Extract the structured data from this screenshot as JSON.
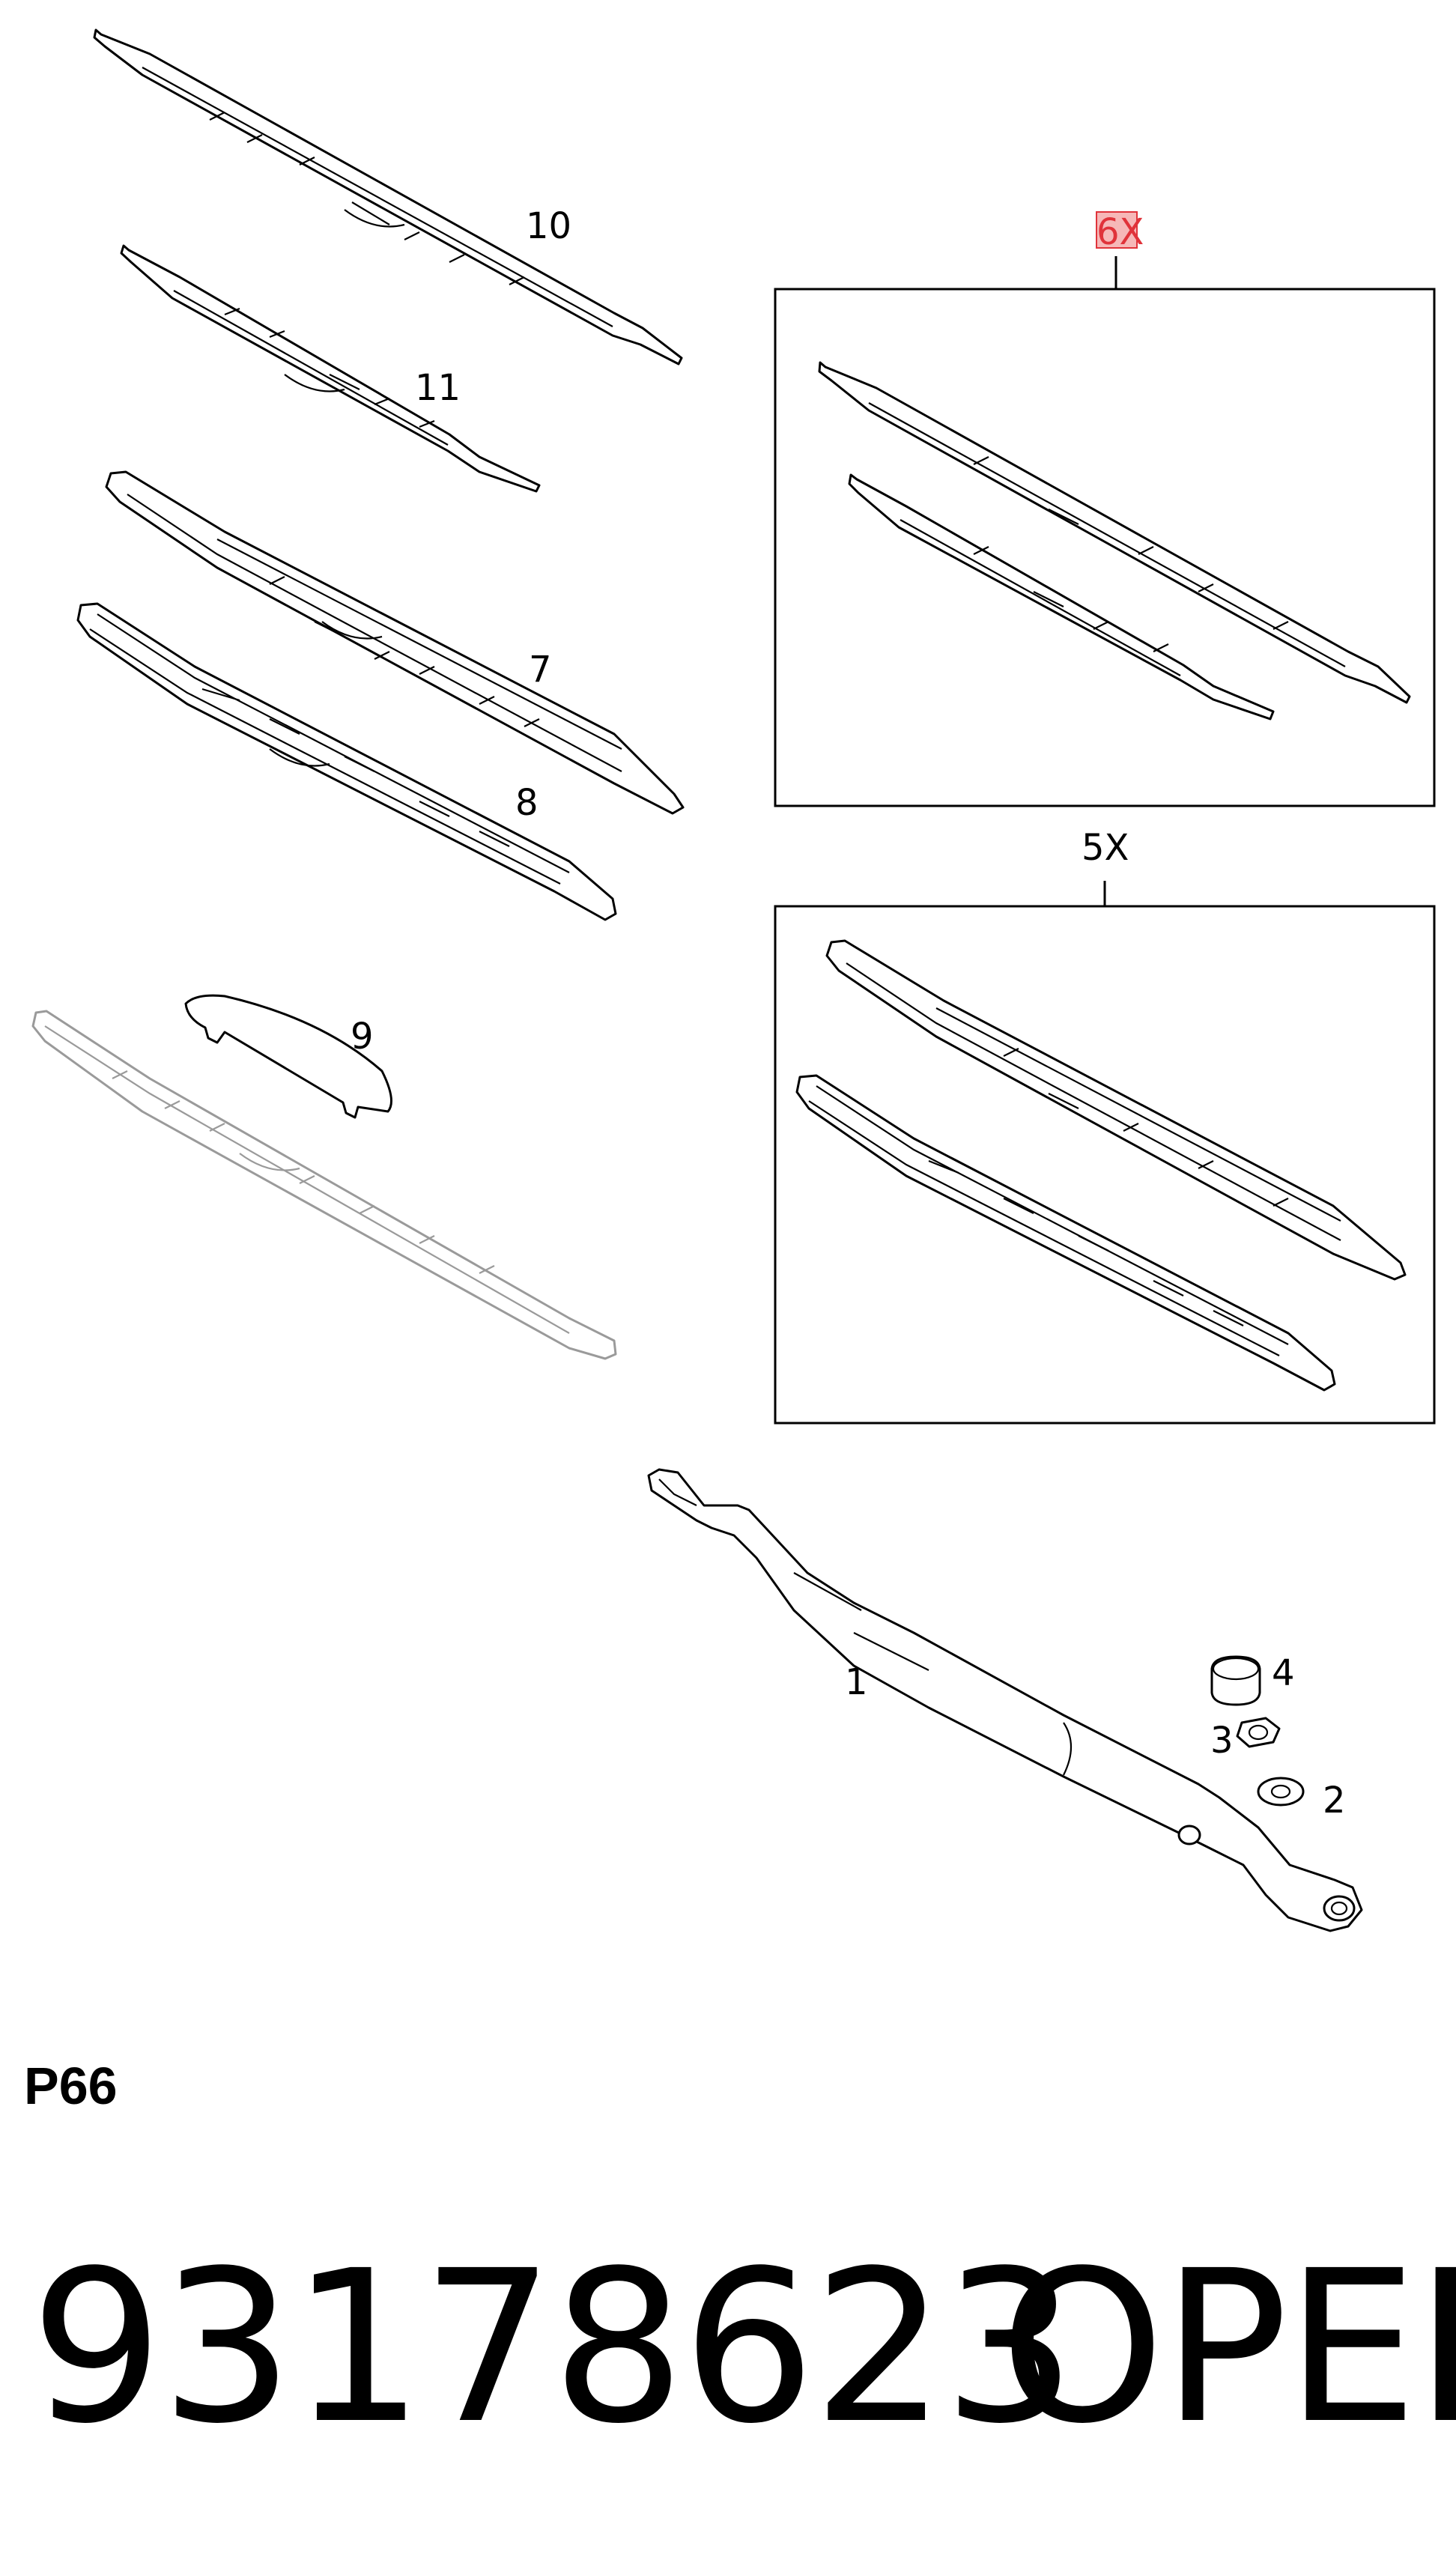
{
  "callouts": {
    "c10": "10",
    "c11": "11",
    "c7": "7",
    "c8": "8",
    "c9": "9",
    "c6x": "6X",
    "c5x": "5X",
    "c1": "1",
    "c2": "2",
    "c3": "3",
    "c4": "4"
  },
  "colors": {
    "highlight_box": "#f6b8b8",
    "highlight_text": "#e0333a"
  },
  "page_code": "P66",
  "part_number": "93178623",
  "brand": "OPEL"
}
